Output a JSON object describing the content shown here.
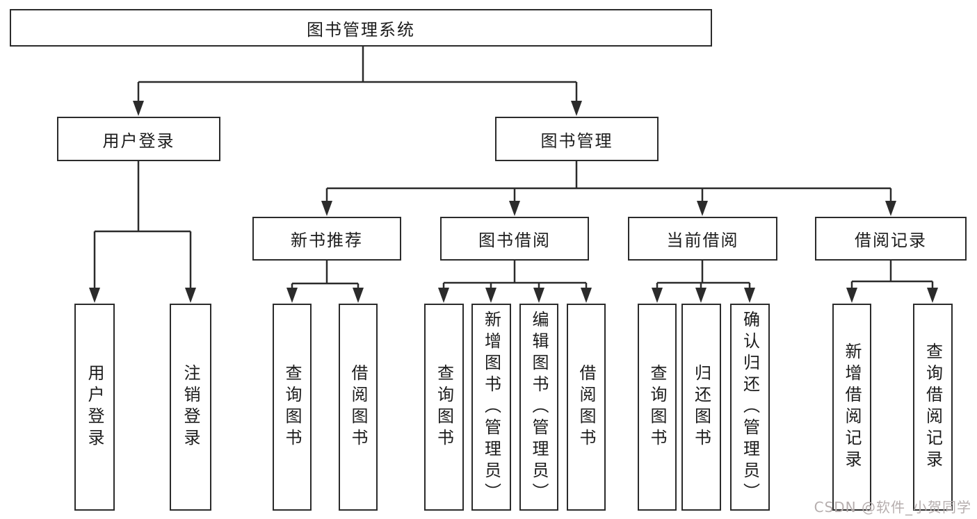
{
  "nodes": {
    "root": {
      "label": "图书管理系统"
    },
    "user_login": {
      "label": "用户登录"
    },
    "book_mgmt": {
      "label": "图书管理"
    },
    "new_book_rec": {
      "label": "新书推荐"
    },
    "book_borrow": {
      "label": "图书借阅"
    },
    "current_borrow": {
      "label": "当前借阅"
    },
    "borrow_record": {
      "label": "借阅记录"
    },
    "leaf_user_login": {
      "label": "用户登录"
    },
    "leaf_logout": {
      "label": "注销登录"
    },
    "leaf_query_book_1": {
      "label": "查询图书"
    },
    "leaf_borrow_book_1": {
      "label": "借阅图书"
    },
    "leaf_query_book_2": {
      "label": "查询图书"
    },
    "leaf_add_book": {
      "label": "新增图书（管理员）"
    },
    "leaf_edit_book": {
      "label": "编辑图书（管理员）"
    },
    "leaf_borrow_book_2": {
      "label": "借阅图书"
    },
    "leaf_query_book_3": {
      "label": "查询图书"
    },
    "leaf_return_book": {
      "label": "归还图书"
    },
    "leaf_confirm_return": {
      "label": "确认归还（管理员）"
    },
    "leaf_add_record": {
      "label": "新增借阅记录"
    },
    "leaf_query_record": {
      "label": "查询借阅记录"
    }
  },
  "watermark": {
    "text": "CSDN @软件_小贺同学"
  },
  "colors": {
    "line": "#2b2b2b",
    "border": "#2b2b2b",
    "text": "#1c1c1c",
    "watermark": "#b6aeae",
    "background": "#ffffff"
  }
}
